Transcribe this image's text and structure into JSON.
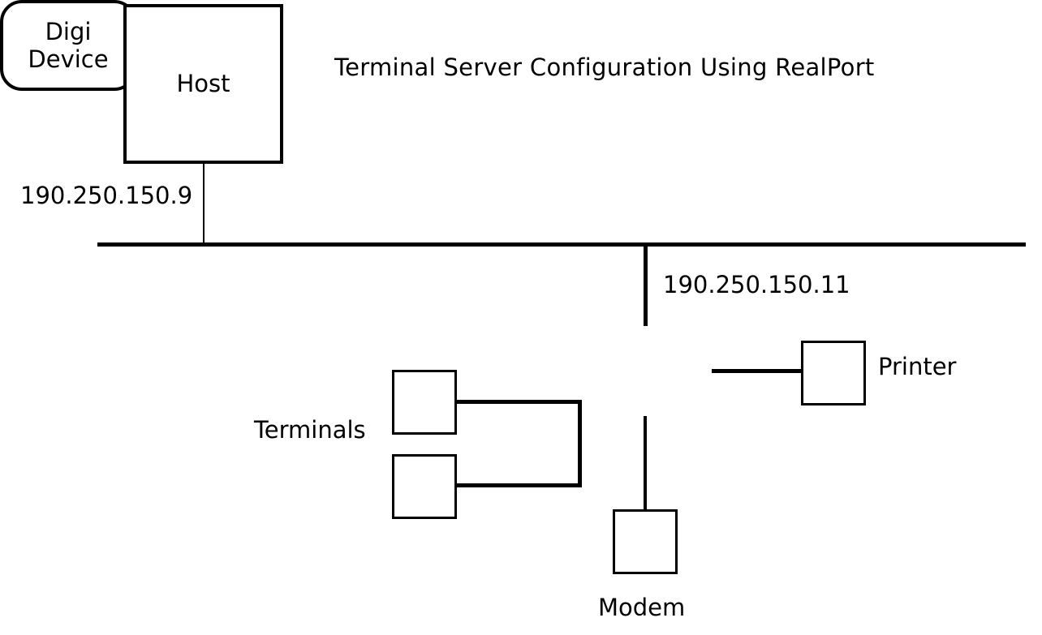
{
  "diagram": {
    "title": "Terminal Server Configuration Using RealPort",
    "host": {
      "label": "Host",
      "ip": "190.250.150.9"
    },
    "digi_device": {
      "label_line1": "Digi",
      "label_line2": "Device",
      "ip": "190.250.150.11"
    },
    "printer": {
      "label": "Printer"
    },
    "terminals": {
      "label": "Terminals"
    },
    "modem": {
      "label": "Modem"
    },
    "colors": {
      "line": "#000000",
      "background": "#ffffff"
    }
  }
}
